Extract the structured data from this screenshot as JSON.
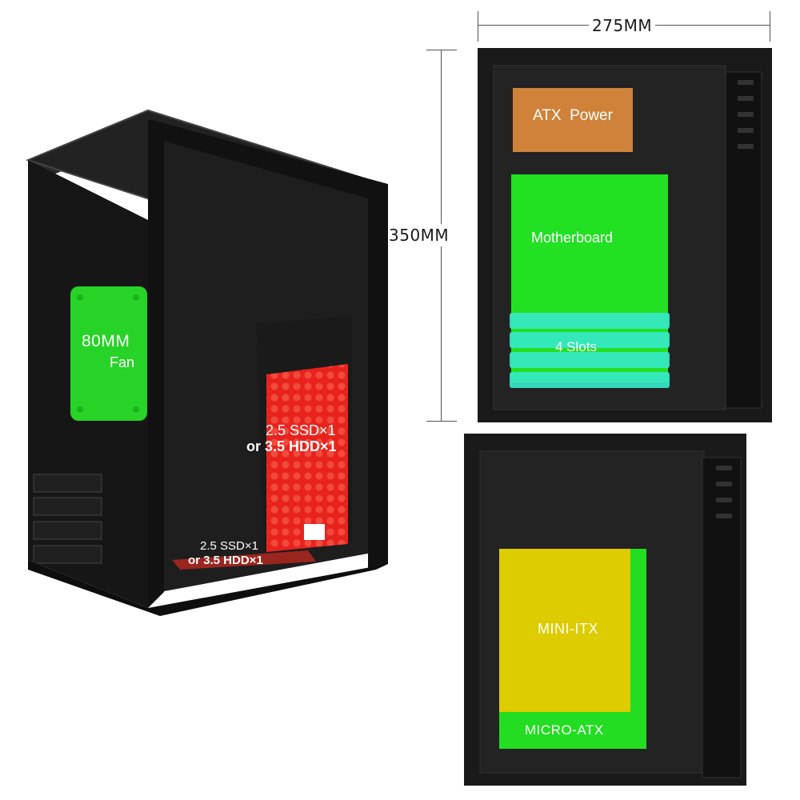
{
  "colors": {
    "case_body": "#1c1c1c",
    "case_edge": "#3a3a3a",
    "fan_green": "#27d327",
    "hdd_red": "#e8231d",
    "psu_orange": "#d0823a",
    "motherboard_green": "#22e022",
    "slots_cyan": "#36e8c8",
    "mini_itx_yellow": "#dccc00",
    "micro_atx_green": "#22dd22"
  },
  "perspective_view": {
    "fan_label_line1": "80MM",
    "fan_label_line2": "Fan",
    "drive_top_line1": "2.5 SSD×1",
    "drive_top_line2": "or 3.5 HDD×1",
    "drive_bottom_line1": "2.5 SSD×1",
    "drive_bottom_line2": "or 3.5 HDD×1"
  },
  "dimensions": {
    "width": "275MM",
    "height": "350MM"
  },
  "atx_view": {
    "power_label": "ATX  Power",
    "motherboard_label": "Motherboard",
    "slots_label": "4 Slots"
  },
  "matx_view": {
    "mini_itx_label": "MINI-ITX",
    "micro_atx_label": "MICRO-ATX"
  }
}
